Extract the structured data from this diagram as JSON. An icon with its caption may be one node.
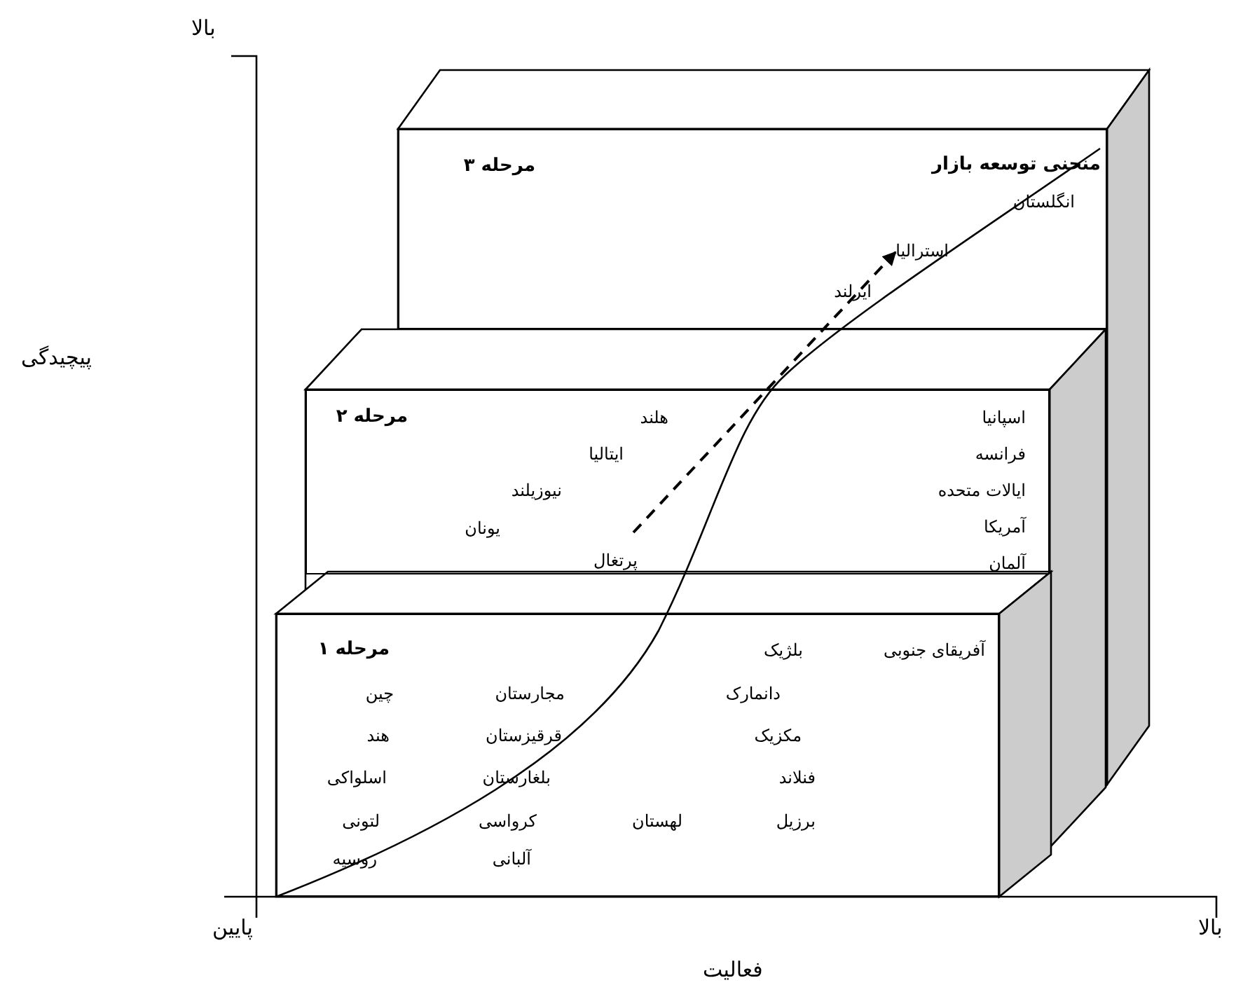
{
  "diagram": {
    "nodes": [
      {
        "text": [
          "مرحله ۳",
          "انگلستان",
          "استرالیا",
          "ایرلند"
        ]
      },
      {
        "text": [
          "اسپانیا",
          "هلند",
          "مرحله ۲",
          "فرانسه",
          "ایتالیا",
          "ایالات متحده آمریکا",
          "نیوزیلند",
          "یونان",
          "آلمان",
          "پرتغال"
        ]
      },
      {
        "text": [
          "آفریقای جنوبی",
          "بلژیک",
          "مرحله ۱",
          "دانمارک",
          "مجارستان",
          "چین",
          "مکزیک",
          "قرقیزستان",
          "هند",
          "فنلاند",
          "بلغارستان",
          "اسلواکی",
          "برزیل",
          "لهستان",
          "کرواسی",
          "لتونی",
          "آلبانی",
          "روسیه"
        ]
      }
    ],
    "edges": [
      {
        "from": 1,
        "to": 0,
        "arrow": "to",
        "style": "dashed"
      }
    ],
    "labels": [
      "بالا",
      "پیچیدگی",
      "منحنی توسعه بازار",
      "پایین",
      "بالا",
      "فعالیت"
    ]
  }
}
